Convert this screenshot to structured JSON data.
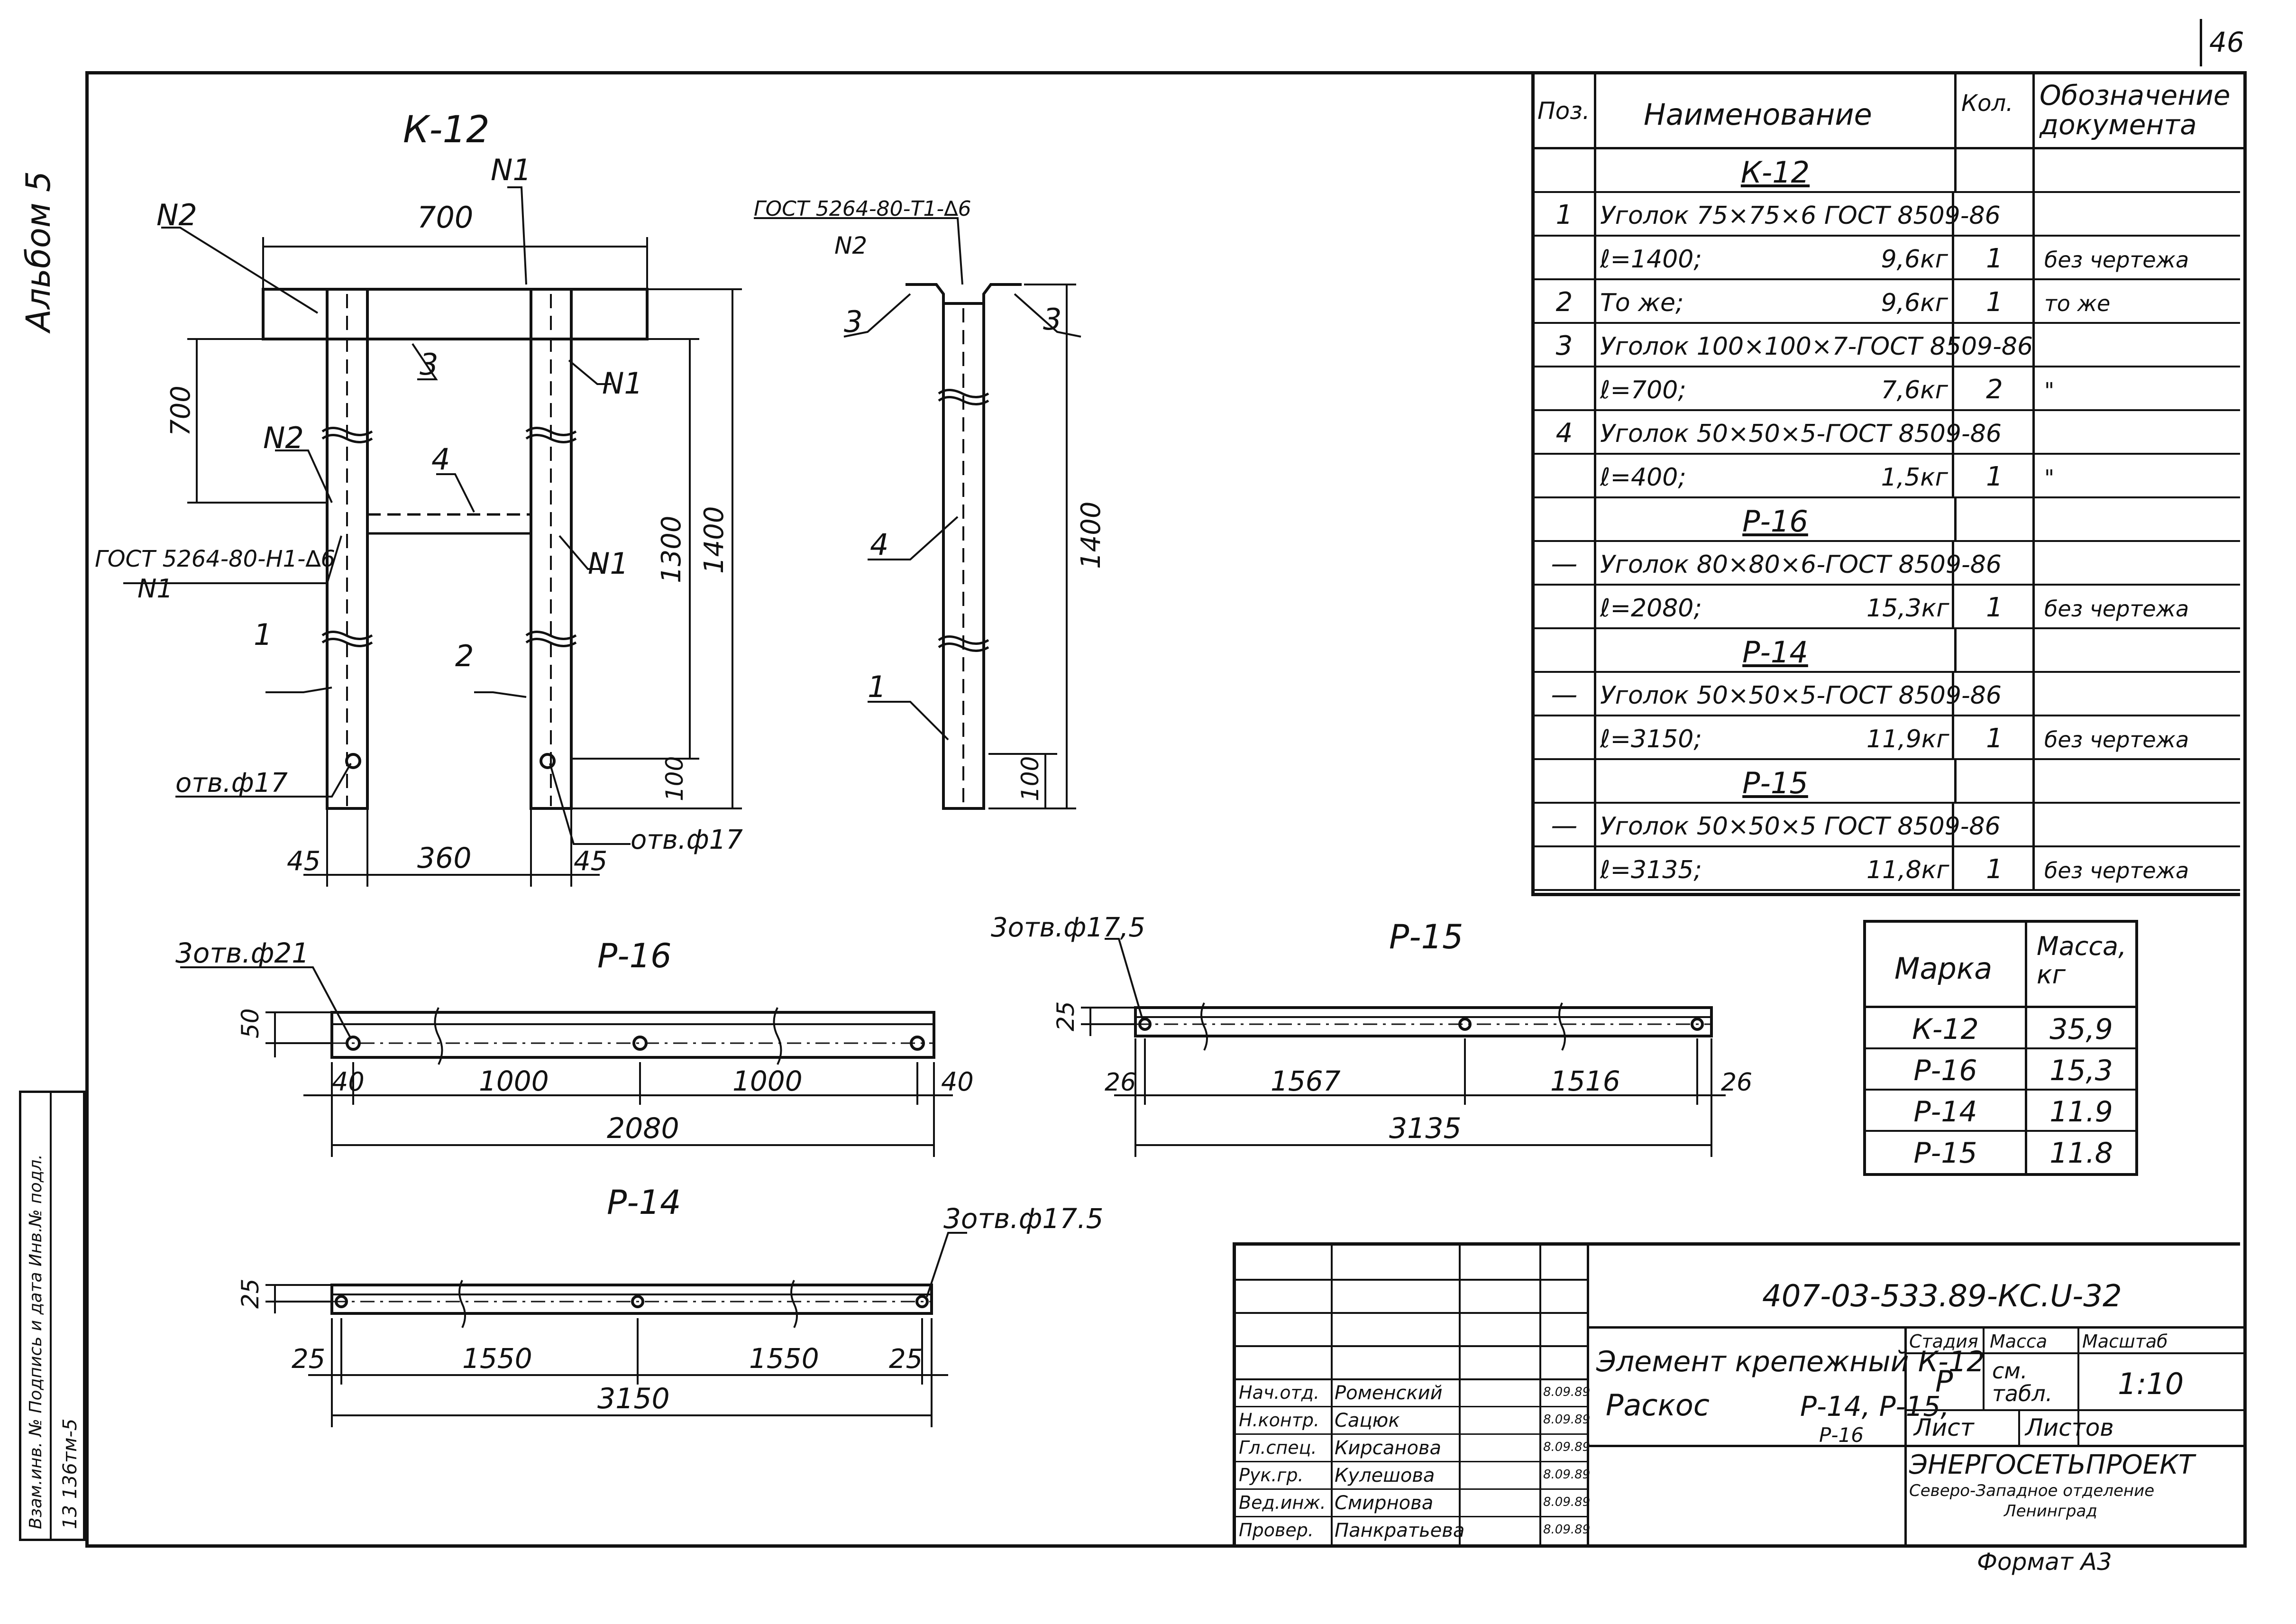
{
  "page_number": "46",
  "album_label": "Альбом 5",
  "drawings": {
    "k12": {
      "title": "К-12",
      "labels": {
        "n1_top": "N1",
        "n2_top": "N2",
        "n1_mid": "N1",
        "n2_mid": "N2",
        "n1_low": "N1",
        "pos3": "3",
        "pos4": "4",
        "pos1": "1",
        "pos2": "2",
        "gost": "ГОСТ 5264-80-Н1-∆6",
        "gost_n": "N1",
        "hole_left": "отв.ф17",
        "hole_right": "отв.ф17"
      },
      "dims": {
        "top": "700",
        "left": "700",
        "h1300": "1300",
        "h1400": "1400",
        "h100": "100",
        "b45a": "45",
        "b360": "360",
        "b45b": "45"
      }
    },
    "section": {
      "gost": "ГОСТ 5264-80-Т1-∆6",
      "gost_n": "N2",
      "pos3a": "3",
      "pos3b": "3",
      "pos4": "4",
      "pos1": "1",
      "h1400": "1400",
      "h100": "100"
    },
    "p16": {
      "title": "Р-16",
      "holes": "3отв.ф21",
      "h": "50",
      "d40a": "40",
      "d1000a": "1000",
      "d1000b": "1000",
      "d40b": "40",
      "total": "2080"
    },
    "p15": {
      "title": "Р-15",
      "holes": "3отв.ф17,5",
      "h": "25",
      "d26a": "26",
      "d1567": "1567",
      "d1516": "1516",
      "d26b": "26",
      "total": "3135"
    },
    "p14": {
      "title": "Р-14",
      "holes": "3отв.ф17.5",
      "h": "25",
      "d25a": "25",
      "d1550a": "1550",
      "d1550b": "1550",
      "d25b": "25",
      "total": "3150"
    }
  },
  "spec_table": {
    "headers": {
      "pos": "Поз.",
      "name": "Наименование",
      "qty": "Кол.",
      "doc": "Обозначение документа"
    },
    "rows": [
      {
        "pos": "",
        "name": "К-12",
        "mass": "",
        "qty": "",
        "doc": "",
        "section": true
      },
      {
        "pos": "1",
        "name": "Уголок 75×75×6 ГОСТ 8509-86",
        "mass": "",
        "qty": "",
        "doc": ""
      },
      {
        "pos": "",
        "name": "ℓ=1400;",
        "mass": "9,6кг",
        "qty": "1",
        "doc": "без чертежа"
      },
      {
        "pos": "2",
        "name": "То же;",
        "mass": "9,6кг",
        "qty": "1",
        "doc": "то же"
      },
      {
        "pos": "3",
        "name": "Уголок 100×100×7-ГОСТ 8509-86",
        "mass": "",
        "qty": "",
        "doc": ""
      },
      {
        "pos": "",
        "name": "ℓ=700;",
        "mass": "7,6кг",
        "qty": "2",
        "doc": "\""
      },
      {
        "pos": "4",
        "name": "Уголок 50×50×5-ГОСТ 8509-86",
        "mass": "",
        "qty": "",
        "doc": ""
      },
      {
        "pos": "",
        "name": "ℓ=400;",
        "mass": "1,5кг",
        "qty": "1",
        "doc": "\""
      },
      {
        "pos": "",
        "name": "Р-16",
        "mass": "",
        "qty": "",
        "doc": "",
        "section": true
      },
      {
        "pos": "—",
        "name": "Уголок 80×80×6-ГОСТ 8509-86",
        "mass": "",
        "qty": "",
        "doc": ""
      },
      {
        "pos": "",
        "name": "ℓ=2080;",
        "mass": "15,3кг",
        "qty": "1",
        "doc": "без чертежа"
      },
      {
        "pos": "",
        "name": "Р-14",
        "mass": "",
        "qty": "",
        "doc": "",
        "section": true
      },
      {
        "pos": "—",
        "name": "Уголок 50×50×5-ГОСТ 8509-86",
        "mass": "",
        "qty": "",
        "doc": ""
      },
      {
        "pos": "",
        "name": "ℓ=3150;",
        "mass": "11,9кг",
        "qty": "1",
        "doc": "без чертежа"
      },
      {
        "pos": "",
        "name": "Р-15",
        "mass": "",
        "qty": "",
        "doc": "",
        "section": true
      },
      {
        "pos": "—",
        "name": "Уголок 50×50×5 ГОСТ 8509-86",
        "mass": "",
        "qty": "",
        "doc": ""
      },
      {
        "pos": "",
        "name": "ℓ=3135;",
        "mass": "11,8кг",
        "qty": "1",
        "doc": "без чертежа"
      }
    ]
  },
  "mass_table": {
    "headers": {
      "mark": "Марка",
      "mass": "Масса, кг"
    },
    "rows": [
      {
        "mark": "К-12",
        "mass": "35,9"
      },
      {
        "mark": "Р-16",
        "mass": "15,3"
      },
      {
        "mark": "Р-14",
        "mass": "11.9"
      },
      {
        "mark": "Р-15",
        "mass": "11.8"
      }
    ]
  },
  "title_block": {
    "code": "407-03-533.89-КС.U-32",
    "name_line1": "Элемент крепежный К-12",
    "name_line2": "Раскос",
    "name_marks": "Р-14, Р-15,",
    "name_marks2": "Р-16",
    "stage_label": "Стадия",
    "mass_label": "Масса",
    "scale_label": "Масштаб",
    "stage": "Р",
    "mass": "см. табл.",
    "scale": "1:10",
    "sheet_label": "Лист",
    "sheets_label": "Листов",
    "org1": "ЭНЕРГОСЕТЬПРОЕКТ",
    "org2": "Северо-Западное отделение",
    "org3": "Ленинград",
    "format": "Формат А3",
    "signatures": [
      {
        "role": "Нач.отд.",
        "name": "Роменский",
        "date": "8.09.89"
      },
      {
        "role": "Н.контр.",
        "name": "Сацюк",
        "date": "8.09.89"
      },
      {
        "role": "Гл.спец.",
        "name": "Кирсанова",
        "date": "8.09.89"
      },
      {
        "role": "Рук.гр.",
        "name": "Кулешова",
        "date": "8.09.89"
      },
      {
        "role": "Вед.инж.",
        "name": "Смирнова",
        "date": "8.09.89"
      },
      {
        "role": "Провер.",
        "name": "Панкратьева",
        "date": "8.09.89"
      }
    ]
  },
  "side_stamp": {
    "inv": "13 136тм-5",
    "text": "Взам.инв. №   Подпись и дата   Инв.№ подл."
  }
}
